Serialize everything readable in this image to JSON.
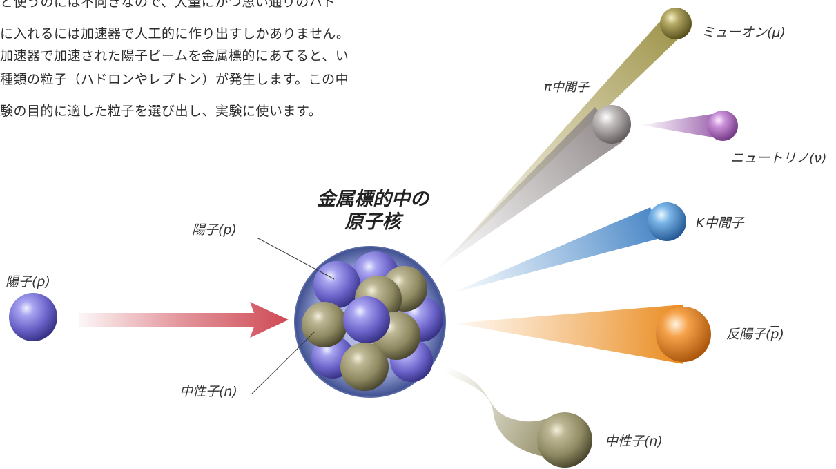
{
  "intro_text": {
    "line1": "と使うのには不向きなので、大量にかつ思い通りのハド",
    "line2": "に入れるには加速器で人工的に作り出すしかありません。",
    "line3": "加速器で加速された陽子ビームを金属標的にあてると、い",
    "line4": "種類の粒子（ハドロンやレプトン）が発生します。この中",
    "line5": "験の目的に適した粒子を選び出し、実験に使います。"
  },
  "nucleus_title": {
    "line1": "金属標的中の",
    "line2": "原子核"
  },
  "labels": {
    "incoming_proton": "陽子(p)",
    "nucleus_proton": "陽子(p)",
    "nucleus_neutron": "中性子(n)",
    "muon": "ミューオン(μ)",
    "pion": "π中間子",
    "neutrino": "ニュートリノ(ν)",
    "kaon": "K中間子",
    "antiproton_prefix": "反陽子(",
    "antiproton_symbol": "p",
    "antiproton_suffix": ")",
    "outgoing_neutron": "中性子(n)"
  },
  "colors": {
    "proton": "#6a62c8",
    "neutron": "#8f8a62",
    "muon": "#8f8440",
    "pion": "#9c9696",
    "neutrino": "#a55fb7",
    "kaon": "#3f8acb",
    "antiproton": "#e88a25",
    "beam_arrow": "#cf4a55",
    "nucleus_shell": "#4b5d9c"
  }
}
